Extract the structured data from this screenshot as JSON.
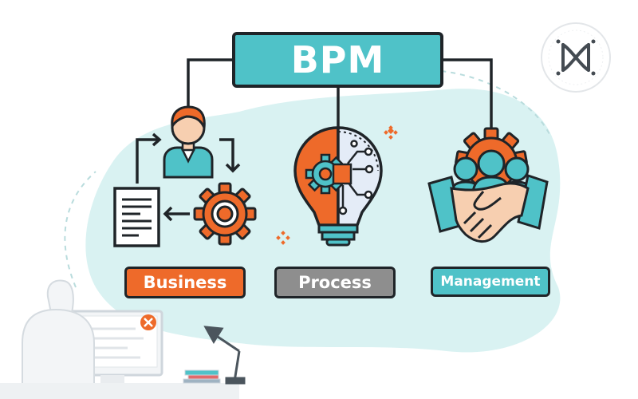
{
  "title": "BPM",
  "categories": [
    {
      "id": "business",
      "label": "Business",
      "color": "#ee6a2a"
    },
    {
      "id": "process",
      "label": "Process",
      "color": "#8e8e8e"
    },
    {
      "id": "management",
      "label": "Management",
      "color": "#4fc2c8"
    }
  ],
  "colors": {
    "blob": "#d9f2f2",
    "teal": "#4fc2c8",
    "orange": "#ee6a2a",
    "outline": "#1f2428",
    "skin": "#f7cfb0",
    "gray": "#8e8e8e",
    "lightgray": "#e9ecef"
  },
  "icons": {
    "business": [
      "user-icon",
      "document-icon",
      "gear-icon",
      "arrow-icon"
    ],
    "process": [
      "lightbulb-icon",
      "circuit-icon",
      "gear-icon"
    ],
    "management": [
      "team-icon",
      "handshake-icon",
      "gear-icon"
    ],
    "decor": [
      "monitor-icon",
      "error-icon",
      "lamp-icon",
      "books-icon",
      "chair-icon",
      "sparkle-icon",
      "logo-icon"
    ]
  }
}
